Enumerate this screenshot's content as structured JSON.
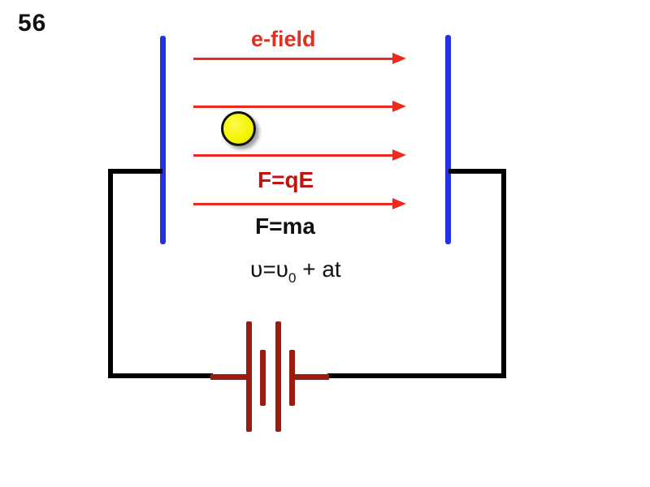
{
  "slide": {
    "number": "56",
    "background_color": "#ffffff"
  },
  "field": {
    "label": "e-field",
    "label_color": "#e03020",
    "arrow_color": "#ee2a1c",
    "arrow_count": 4,
    "direction": "right"
  },
  "capacitor": {
    "plate_color": "#2333e3",
    "plate_count": 2
  },
  "circuit": {
    "wire_color": "#000000",
    "battery_color": "#9b1b10",
    "battery_bar_count": 4
  },
  "particle": {
    "fill_color": "#f4f400",
    "stroke_color": "#111111"
  },
  "equations": {
    "force_field": "F=qE",
    "force_field_color": "#bd1510",
    "newton": "F=ma",
    "velocity_prefix": "υ=υ",
    "velocity_sub": "0",
    "velocity_suffix": " + at"
  }
}
